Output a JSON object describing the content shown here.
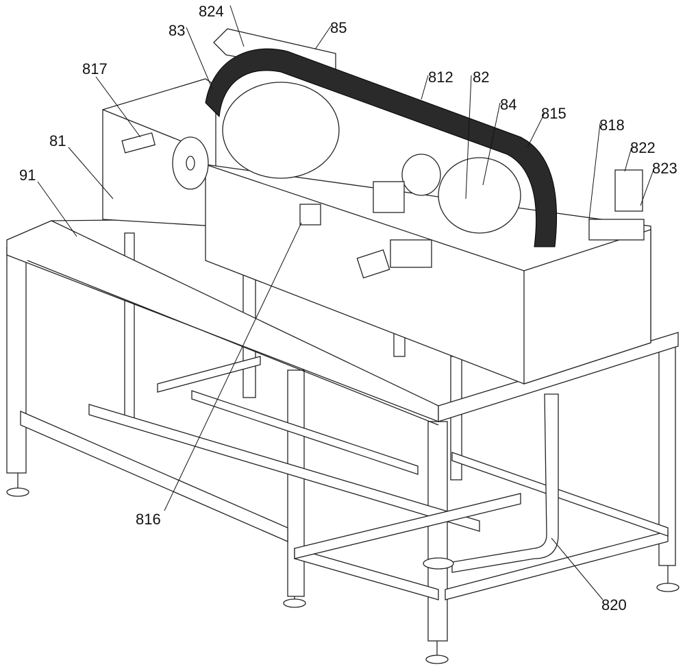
{
  "figure": {
    "labels": {
      "l824": "824",
      "l83": "83",
      "l85": "85",
      "l817": "817",
      "l812": "812",
      "l82": "82",
      "l84": "84",
      "l815": "815",
      "l818": "818",
      "l822": "822",
      "l823": "823",
      "l81": "81",
      "l91": "91",
      "l816": "816",
      "l820": "820"
    }
  }
}
